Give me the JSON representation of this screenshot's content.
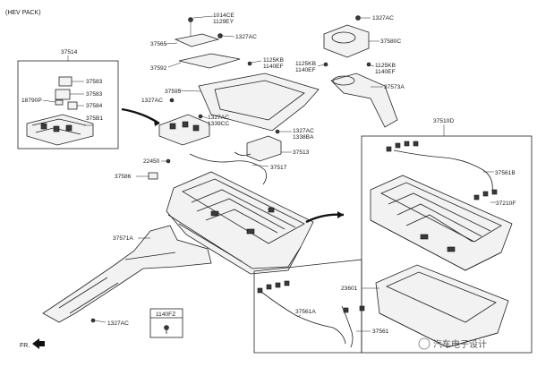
{
  "header": {
    "title": "(HEV PACK)"
  },
  "callouts": {
    "c37514": "37514",
    "c37583a": "37583",
    "c18790P": "18790P",
    "c37583b": "37583",
    "c37584": "37584",
    "c375B1": "375B1",
    "c1014CE": "1014CE",
    "c1129EY": "1129EY",
    "c37565": "37565",
    "c1327ACa": "1327AC",
    "c37592": "37592",
    "c1125KBa": "1125KB",
    "c1140EFa": "1140EF",
    "c1327ACb": "1327AC",
    "c37580C": "37580C",
    "c1125KBb": "1125KB",
    "c1140EFb": "1140EF",
    "c1125KBc": "1125KB",
    "c1140EFc": "1140EF",
    "c37573A": "37573A",
    "c37595": "37595",
    "c1327ACc": "1327AC",
    "c1327ACd": "1327AC",
    "c1339CC": "1339CC",
    "c1327ACe": "1327AC",
    "c1338BA": "1338BA",
    "c37513": "37513",
    "c22450": "22450",
    "c37517": "37517",
    "c37586": "37586",
    "c37510D": "37510D",
    "c37561B": "37561B",
    "c37210F": "37210F",
    "c37571A": "37571A",
    "c23601": "23601",
    "c37561A": "37561A",
    "c37561": "37561",
    "c1140FZ": "1140FZ",
    "c1327ACf": "1327AC"
  },
  "fr_label": "FR.",
  "watermark": "汽车电子设计"
}
